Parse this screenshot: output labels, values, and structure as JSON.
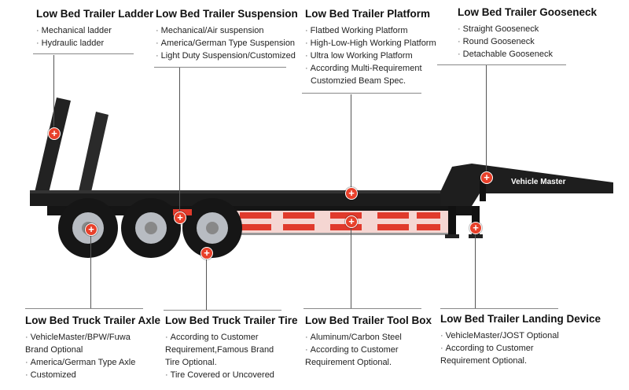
{
  "sections": {
    "ladder": {
      "title": "Low Bed Trailer Ladder",
      "items": [
        "Mechanical ladder",
        "Hydraulic ladder"
      ]
    },
    "suspension": {
      "title": "Low Bed Trailer Suspension",
      "items": [
        "Mechanical/Air suspension",
        "America/German Type Suspension",
        "Light Duty Suspension/Customized"
      ]
    },
    "platform": {
      "title": "Low Bed Trailer Platform",
      "items": [
        "Flatbed Working Platform",
        "High-Low-High Working Platform",
        "Ultra low Working Platform",
        "According Multi-Requirement"
      ],
      "extra": "Customzied Beam Spec."
    },
    "gooseneck": {
      "title": "Low Bed Trailer Gooseneck",
      "items": [
        "Straight Gooseneck",
        "Round Gooseneck",
        "Detachable Gooseneck"
      ]
    },
    "axle": {
      "title": "Low Bed Truck Trailer Axle",
      "items": [
        "VehicleMaster/BPW/Fuwa",
        "America/German Type Axle",
        "Customized"
      ],
      "extra": "Brand Optional"
    },
    "tire": {
      "title": "Low Bed Truck Trailer Tire",
      "items": [
        "According to Customer",
        "Tire Covered or Uncovered"
      ],
      "extra1": "Requirement,Famous Brand",
      "extra2": "Tire Optional."
    },
    "toolbox": {
      "title": "Low Bed Trailer Tool Box",
      "items": [
        "Aluminum/Carbon Steel",
        "According to Customer"
      ],
      "extra": "Requirement Optional."
    },
    "landing": {
      "title": "Low Bed Trailer Landing Device",
      "items": [
        "VehicleMaster/JOST Optional",
        "According to Customer"
      ],
      "extra": "Requirement Optional."
    }
  },
  "brand_label": "Vehicle Master",
  "colors": {
    "frame": "#1a1a1a",
    "hotspot": "#e8402a",
    "toolbox_red": "#e03a2c",
    "wheel": "#b8bcc2"
  },
  "hotspot_symbol": "+",
  "bullet": "·"
}
